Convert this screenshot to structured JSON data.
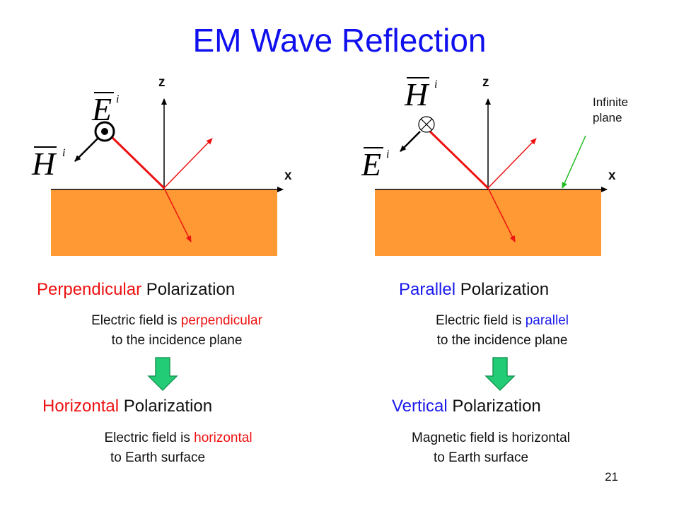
{
  "title": "EM Wave Reflection",
  "left": {
    "axis_z": "z",
    "axis_x": "x",
    "e_symbol": "E",
    "e_sup": "i",
    "h_symbol": "H",
    "h_sup": "i",
    "heading_colored": "Perpendicular",
    "heading_rest": " Polarization",
    "desc_prefix": "Electric field is ",
    "desc_colored": "perpendicular",
    "desc_line2": "to the incidence plane",
    "result_colored": "Horizontal",
    "result_rest": " Polarization",
    "result_prefix": "Electric field is ",
    "result_colored2": "horizontal",
    "result_line2": "to Earth surface"
  },
  "right": {
    "axis_z": "z",
    "axis_x": "x",
    "plane_label_1": "Infinite",
    "plane_label_2": "plane",
    "e_symbol": "E",
    "e_sup": "i",
    "h_symbol": "H",
    "h_sup": "i",
    "heading_colored": "Parallel",
    "heading_rest": " Polarization",
    "desc_prefix": "Electric field is ",
    "desc_colored": "parallel",
    "desc_line2": "to the incidence plane",
    "result_colored": "Vertical",
    "result_rest": " Polarization",
    "result_line1": "Magnetic field is horizontal",
    "result_line2": "to Earth surface"
  },
  "page_number": "21",
  "colors": {
    "title": "#1010ee",
    "medium": "#ff9933",
    "ray": "#ee1111",
    "down_arrow": "#22cc77",
    "plane_pointer": "#22bb22"
  }
}
